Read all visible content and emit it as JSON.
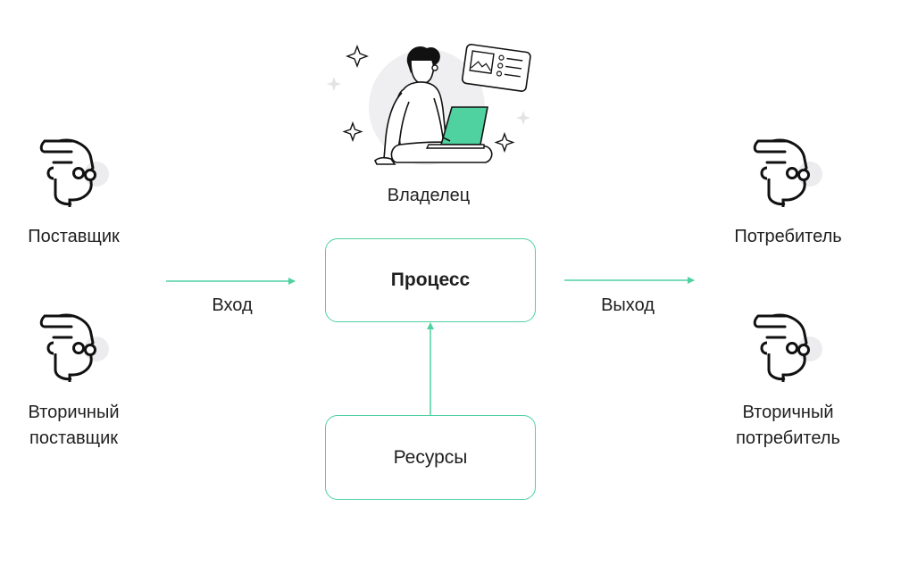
{
  "colors": {
    "accent": "#4fd1a0",
    "text": "#1f1f1f",
    "outline": "#111111",
    "blob": "#eeeeef"
  },
  "owner": {
    "label": "Владелец",
    "icon": "person-with-laptop-icon"
  },
  "process": {
    "label": "Процесс"
  },
  "resources": {
    "label": "Ресурсы"
  },
  "input": {
    "label": "Вход"
  },
  "output": {
    "label": "Выход"
  },
  "supplier": {
    "label": "Поставщик",
    "icon": "person-profile-icon"
  },
  "secondary_supplier": {
    "label_line1": "Вторичный",
    "label_line2": "поставщик",
    "icon": "person-profile-icon"
  },
  "consumer": {
    "label": "Потребитель",
    "icon": "person-profile-icon"
  },
  "secondary_consumer": {
    "label_line1": "Вторичный",
    "label_line2": "потребитель",
    "icon": "person-profile-icon"
  }
}
